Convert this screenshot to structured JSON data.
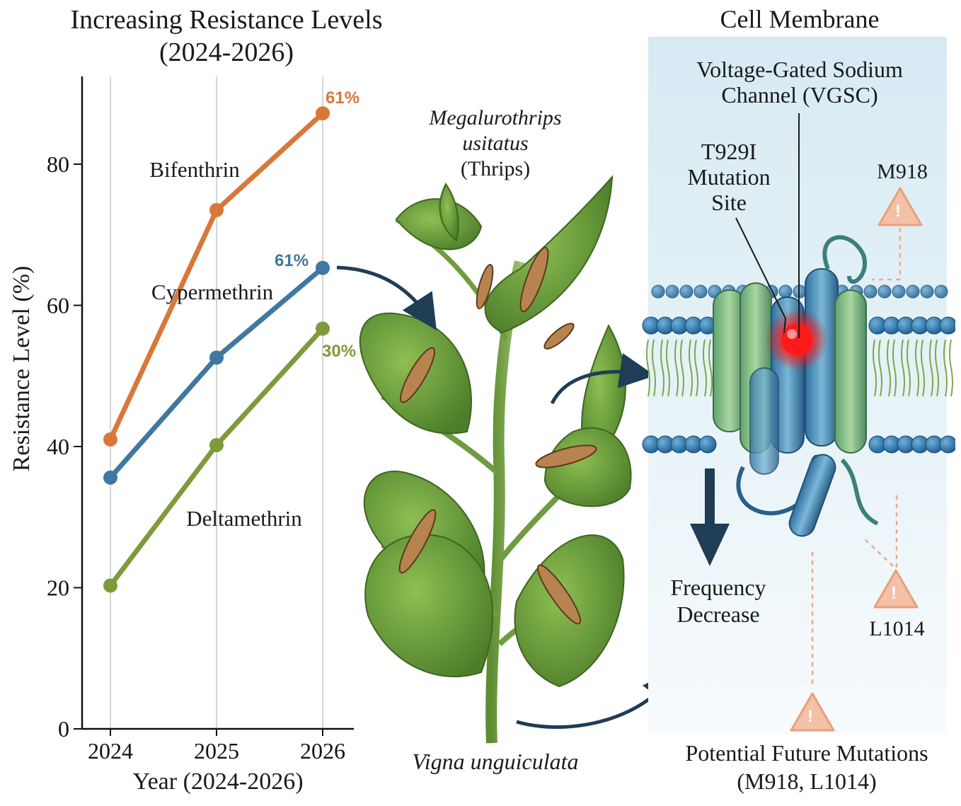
{
  "chart_data": {
    "type": "line",
    "title": "Increasing Resistance Levels",
    "subtitle": "(2024-2026)",
    "xlabel": "Year (2024-2026)",
    "ylabel": "Resistance Level (%)",
    "categories": [
      "2024",
      "2025",
      "2026"
    ],
    "ylim": [
      0,
      90
    ],
    "yticks": [
      "0",
      "20",
      "40",
      "60",
      "80"
    ],
    "grid": "vertical",
    "series": [
      {
        "name": "Bifenthrin",
        "values": [
          41,
          73.5,
          87.2
        ],
        "color": "#d9773a",
        "end_label": "61%"
      },
      {
        "name": "Cypermethrin",
        "values": [
          35.6,
          52.6,
          65.3
        ],
        "color": "#3f78a0",
        "end_label": "61%"
      },
      {
        "name": "Deltamethrin",
        "values": [
          20.3,
          40.2,
          56.7
        ],
        "color": "#7f9a3b",
        "end_label": "30%"
      }
    ]
  },
  "plant": {
    "pest_name": "Megalurothrips",
    "pest_name2": "usitatus",
    "pest_common": "(Thrips)",
    "host_name": "Vigna unguiculata"
  },
  "membrane": {
    "title": "Cell Membrane",
    "channel_line1": "Voltage-Gated Sodium",
    "channel_line2": "Channel (VGSC)",
    "site_line1": "T929I",
    "site_line2": "Mutation",
    "site_line3": "Site",
    "m918": "M918",
    "l1014": "L1014",
    "freq_line1": "Frequency",
    "freq_line2": "Decrease",
    "future_line1": "Potential Future Mutations",
    "future_line2": "(M918, L1014)",
    "warning_symbol": "!",
    "colors": {
      "hotspot": "#ff2222",
      "warning": "#e9a07a",
      "arrow": "#1f3d55"
    }
  }
}
